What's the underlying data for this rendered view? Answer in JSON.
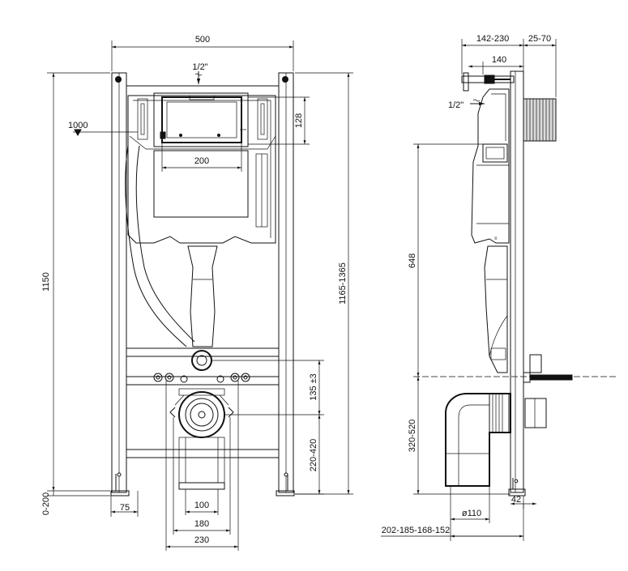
{
  "front_view": {
    "width_total": "500",
    "height_frame": "1150",
    "height_range": "1165-1365",
    "supply": "1/2\"",
    "level_mark": "1000",
    "tank_height": "128",
    "panel_width": "200",
    "drain_offset": "135 ±3",
    "drain_height": "220-420",
    "foot_adjust": "0-200",
    "foot_width": "75",
    "drain_width_100": "100",
    "drain_width_180": "180",
    "drain_width_230": "230"
  },
  "side_view": {
    "depth_range": "142-230",
    "offset_range": "25-70",
    "depth_140": "140",
    "supply": "1/2\"",
    "height_648": "648",
    "height_320_520": "320-520",
    "pipe_diameter": "ø110",
    "wall_offset": "42",
    "bottom_range": "202-185-168-152"
  }
}
